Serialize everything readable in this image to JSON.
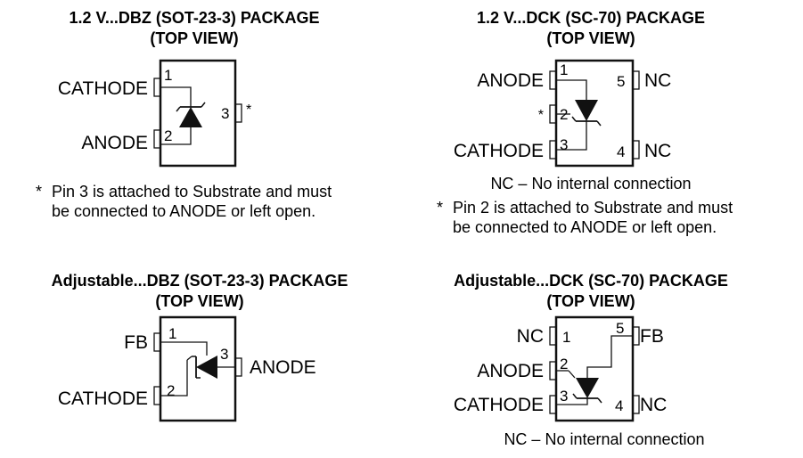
{
  "panels": [
    {
      "title": "1.2 V...DBZ (SOT-23-3) PACKAGE",
      "view": "(TOP VIEW)",
      "pins": [
        {
          "num": "1",
          "name": "CATHODE"
        },
        {
          "num": "2",
          "name": "ANODE"
        },
        {
          "num": "3",
          "name": "*"
        }
      ],
      "note_marker": "*",
      "note_lines": [
        "Pin 3 is attached to Substrate and must",
        "be connected to ANODE or left open."
      ]
    },
    {
      "title": "1.2 V...DCK (SC-70) PACKAGE",
      "view": "(TOP VIEW)",
      "pins": [
        {
          "num": "1",
          "name": "ANODE"
        },
        {
          "num": "2",
          "name": "*"
        },
        {
          "num": "3",
          "name": "CATHODE"
        },
        {
          "num": "4",
          "name": "NC"
        },
        {
          "num": "5",
          "name": "NC"
        }
      ],
      "nc_note": "NC – No internal connection",
      "note_marker": "*",
      "note_lines": [
        "Pin 2 is attached to Substrate and must",
        "be connected to ANODE or left open."
      ]
    },
    {
      "title": "Adjustable...DBZ (SOT-23-3) PACKAGE",
      "view": "(TOP VIEW)",
      "pins": [
        {
          "num": "1",
          "name": "FB"
        },
        {
          "num": "2",
          "name": "CATHODE"
        },
        {
          "num": "3",
          "name": "ANODE"
        }
      ]
    },
    {
      "title": "Adjustable...DCK (SC-70) PACKAGE",
      "view": "(TOP VIEW)",
      "pins": [
        {
          "num": "1",
          "name": "NC"
        },
        {
          "num": "2",
          "name": "ANODE"
        },
        {
          "num": "3",
          "name": "CATHODE"
        },
        {
          "num": "4",
          "name": "NC"
        },
        {
          "num": "5",
          "name": "FB"
        }
      ],
      "nc_note": "NC – No internal connection"
    }
  ]
}
